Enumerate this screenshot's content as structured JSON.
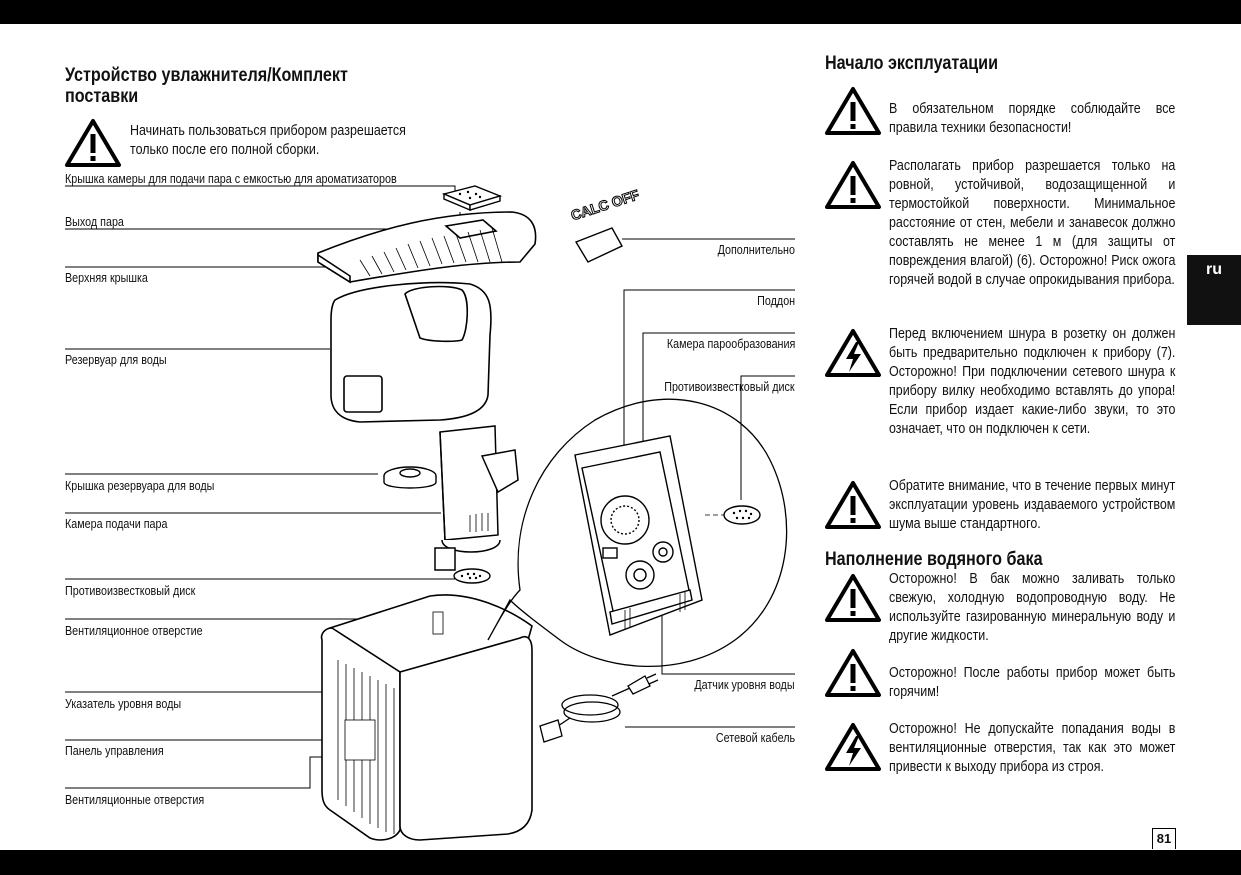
{
  "left": {
    "title": "Устройство увлажнителя/Комплект поставки",
    "warning": "Начинать пользоваться прибором разрешается только после его полной сборки.",
    "labels": {
      "steam_cover": "Крышка камеры для подачи пара с емкостью для ароматизаторов",
      "steam_outlet": "Выход пара",
      "top_cover": "Верхняя крышка",
      "water_tank": "Резервуар для воды",
      "tank_cap": "Крышка резервуара для воды",
      "steam_chamber": "Камера подачи пара",
      "anticalc_disc": "Противоизвестковый диск",
      "vent_opening": "Вентиляционное отверстие",
      "water_level": "Указатель уровня воды",
      "control_panel": "Панель управления",
      "vents": "Вентиляционные отверстия"
    }
  },
  "middle": {
    "calc_off_text": "CALC OFF",
    "labels": {
      "optional": "Дополнительно",
      "tray": "Поддон",
      "evap_chamber": "Камера парообразования",
      "anticalc_disc": "Противоизвестковый диск",
      "level_sensor": "Датчик уровня воды",
      "power_cable": "Сетевой кабель"
    }
  },
  "right": {
    "title1": "Начало эксплуатации",
    "title2": "Наполнение водяного бака",
    "p1": "В обязательном порядке соблюдайте все правила техники безопасности!",
    "p2": "Располагать прибор разрешается только на ровной, устойчивой, водозащищенной и термостойкой поверхности. Минимальное расстояние от стен, мебели и занавесок должно составлять не менее 1 м (для защиты от повреждения влагой) (6). Осторожно! Риск ожога горячей водой в случае опрокидывания прибора.",
    "p3": "Перед включением шнура в розетку он должен быть предварительно подключен к прибору (7). Осторожно! При подключении сетевого шнура к прибору вилку необходимо вставлять до упора! Если прибор издает какие-либо звуки, то это означает, что он подключен к сети.",
    "p4": "Обратите внимание, что в течение первых минут эксплуатации уровень издаваемого устройством шума выше стандартного.",
    "p5": "Осторожно! В бак можно заливать только свежую, холодную водопроводную воду. Не используйте газированную минеральную воду и другие жидкости.",
    "p6": "Осторожно! После работы прибор может быть горячим!",
    "p7": "Осторожно! Не допускайте попадания воды в вентиляционные отверстия, так как это может привести к выходу прибора из строя."
  },
  "tab": "ru",
  "page_number": "81"
}
